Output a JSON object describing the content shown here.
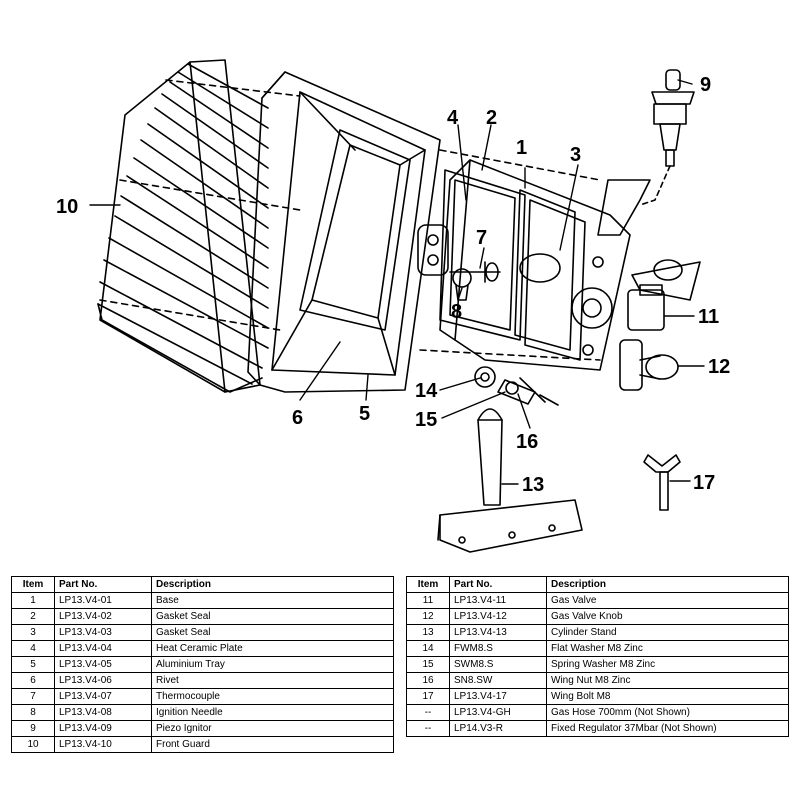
{
  "callouts": [
    "1",
    "2",
    "3",
    "4",
    "5",
    "6",
    "7",
    "8",
    "9",
    "10",
    "11",
    "12",
    "13",
    "14",
    "15",
    "16",
    "17"
  ],
  "tables": {
    "headers": {
      "item": "Item",
      "part_no": "Part No.",
      "description": "Description"
    },
    "left": [
      {
        "item": "1",
        "part_no": "LP13.V4-01",
        "description": "Base"
      },
      {
        "item": "2",
        "part_no": "LP13.V4-02",
        "description": "Gasket Seal"
      },
      {
        "item": "3",
        "part_no": "LP13.V4-03",
        "description": "Gasket Seal"
      },
      {
        "item": "4",
        "part_no": "LP13.V4-04",
        "description": "Heat Ceramic Plate"
      },
      {
        "item": "5",
        "part_no": "LP13.V4-05",
        "description": "Aluminium Tray"
      },
      {
        "item": "6",
        "part_no": "LP13.V4-06",
        "description": "Rivet"
      },
      {
        "item": "7",
        "part_no": "LP13.V4-07",
        "description": "Thermocouple"
      },
      {
        "item": "8",
        "part_no": "LP13.V4-08",
        "description": "Ignition Needle"
      },
      {
        "item": "9",
        "part_no": "LP13.V4-09",
        "description": "Piezo Ignitor"
      },
      {
        "item": "10",
        "part_no": "LP13.V4-10",
        "description": "Front Guard"
      }
    ],
    "right": [
      {
        "item": "11",
        "part_no": "LP13.V4-11",
        "description": "Gas Valve"
      },
      {
        "item": "12",
        "part_no": "LP13.V4-12",
        "description": "Gas Valve Knob"
      },
      {
        "item": "13",
        "part_no": "LP13.V4-13",
        "description": "Cylinder Stand"
      },
      {
        "item": "14",
        "part_no": "FWM8.S",
        "description": "Flat Washer M8 Zinc"
      },
      {
        "item": "15",
        "part_no": "SWM8.S",
        "description": "Spring Washer M8 Zinc"
      },
      {
        "item": "16",
        "part_no": "SN8.SW",
        "description": "Wing Nut M8 Zinc"
      },
      {
        "item": "17",
        "part_no": "LP13.V4-17",
        "description": "Wing Bolt M8"
      },
      {
        "item": "--",
        "part_no": "LP13.V4-GH",
        "description": "Gas Hose 700mm (Not Shown)"
      },
      {
        "item": "--",
        "part_no": "LP14.V3-R",
        "description": "Fixed Regulator 37Mbar (Not Shown)"
      }
    ]
  }
}
